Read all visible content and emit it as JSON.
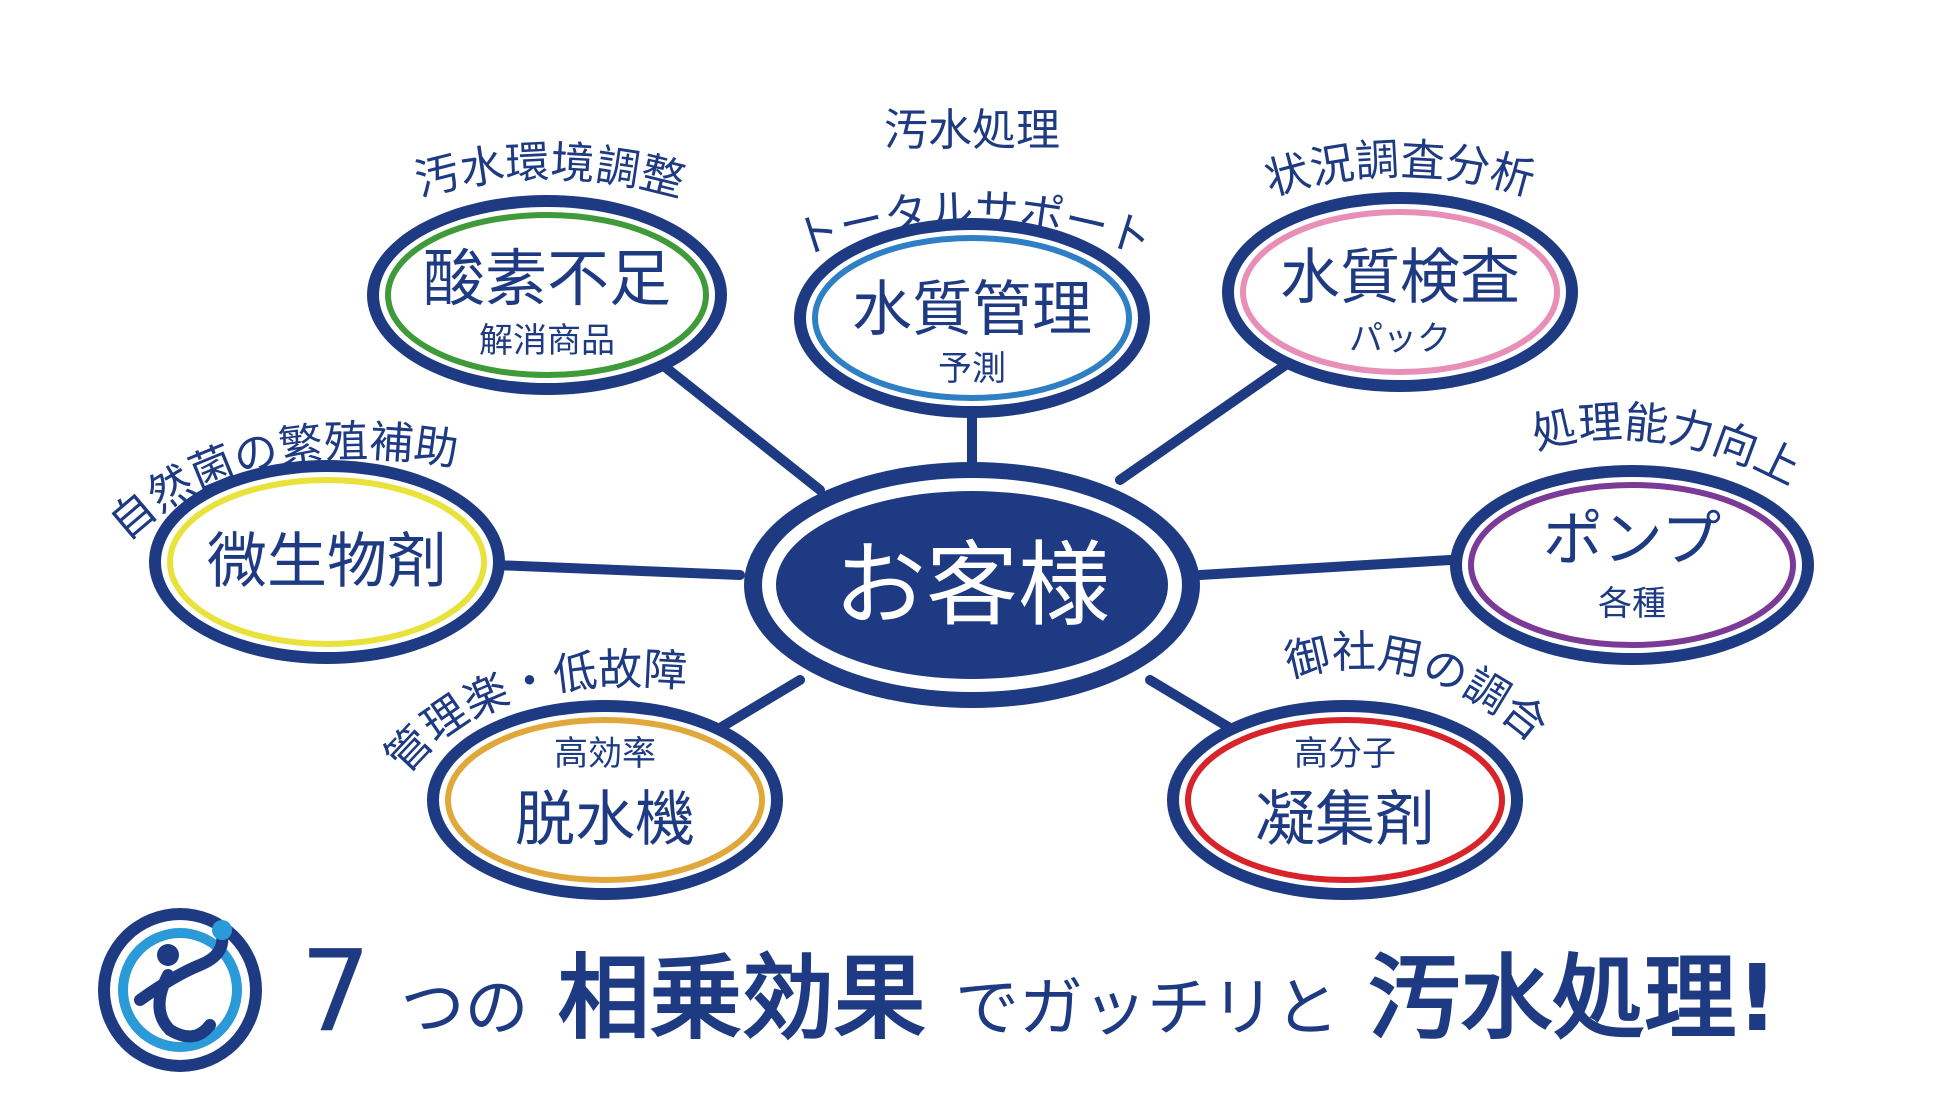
{
  "center": {
    "label": "お客様"
  },
  "nodes": [
    {
      "id": "oxygen",
      "caption": "汚水環境調整",
      "title": "酸素不足",
      "subtitle": "解消商品",
      "ring_color": "#3f9a3a"
    },
    {
      "id": "quality-management",
      "caption_lines": [
        "汚水処理",
        "トータルサポート"
      ],
      "title": "水質管理",
      "subtitle": "予測",
      "ring_color": "#2f7fc4"
    },
    {
      "id": "water-test",
      "caption": "状況調査分析",
      "title": "水質検査",
      "subtitle": "パック",
      "ring_color": "#e88fb8"
    },
    {
      "id": "microbe",
      "caption": "自然菌の繁殖補助",
      "title": "微生物剤",
      "subtitle": "",
      "ring_color": "#e8e23a"
    },
    {
      "id": "pump",
      "caption": "処理能力向上",
      "title": "ポンプ",
      "subtitle": "各種",
      "ring_color": "#7a3a95"
    },
    {
      "id": "dehydrator",
      "caption": "管理楽・低故障",
      "pre_title": "高効率",
      "title": "脱水機",
      "subtitle": "",
      "ring_color": "#e0a83a"
    },
    {
      "id": "flocculant",
      "caption": "御社用の調合",
      "pre_title": "高分子",
      "title": "凝集剤",
      "subtitle": "",
      "ring_color": "#d8232a"
    }
  ],
  "tagline": {
    "part1": "7",
    "part2": "つの",
    "part3": "相乗効果",
    "part4": "でガッチリと",
    "part5": "汚水処理!"
  },
  "colors": {
    "navy": "#1d3a82",
    "white": "#ffffff",
    "logo_inner": "#2a9ad8"
  },
  "logo": {
    "icon": "logo-icon"
  }
}
